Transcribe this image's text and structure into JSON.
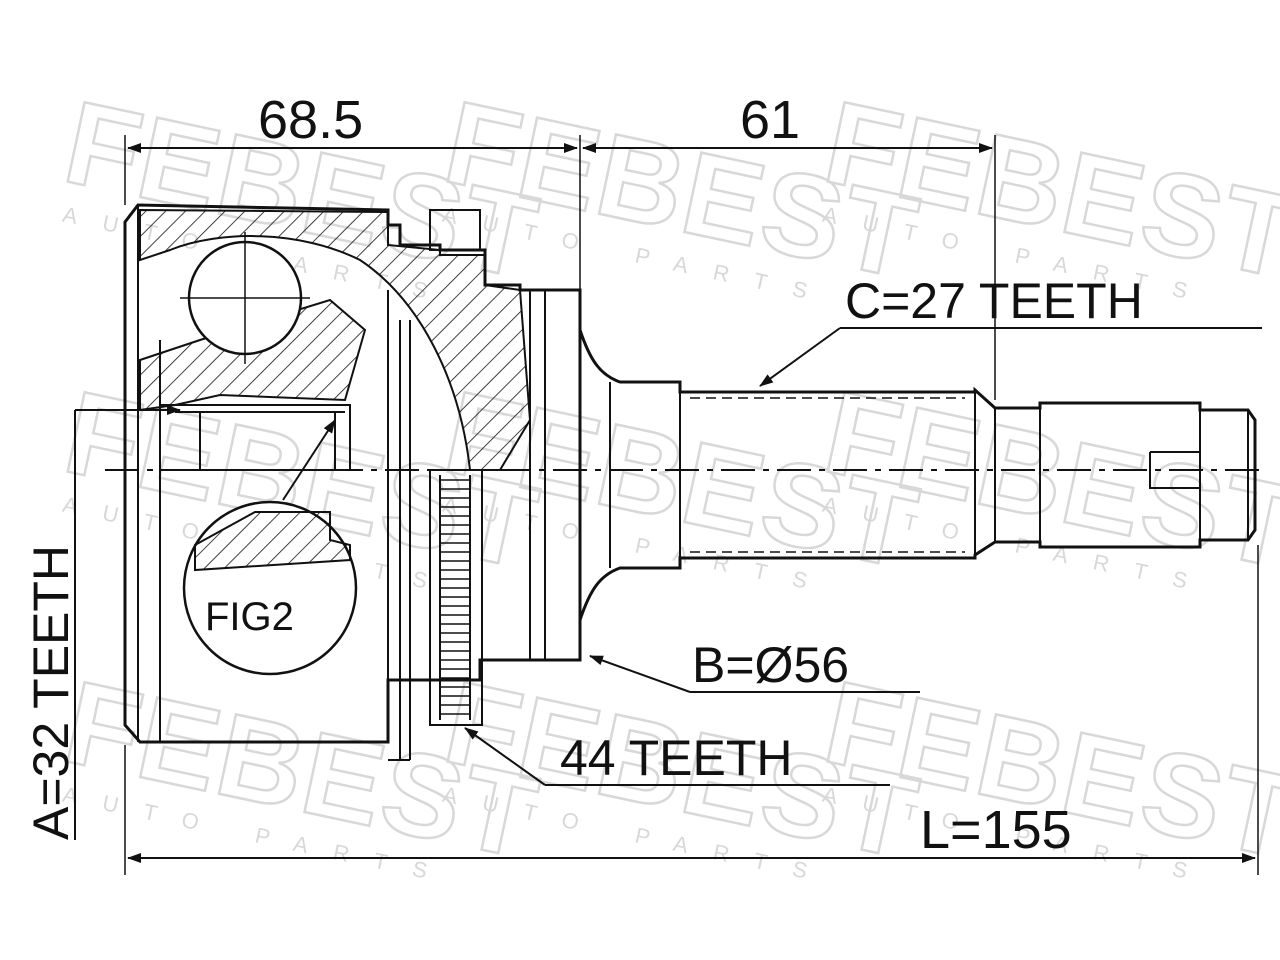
{
  "watermark": {
    "brand": "FEBEST",
    "tagline": "AUTO PARTS"
  },
  "dimensions": {
    "flange_length": "68.5",
    "shaft_length": "61",
    "total_length": "L=155"
  },
  "callouts": {
    "inner_spline": "A=32 TEETH",
    "outer_spline": "C=27 TEETH",
    "seal_diameter": "B=Ø56",
    "abs_ring": "44 TEETH",
    "detail_figure": "FIG2"
  },
  "colors": {
    "line": "#111111",
    "watermark": "#d8d8d8",
    "background": "#ffffff"
  }
}
